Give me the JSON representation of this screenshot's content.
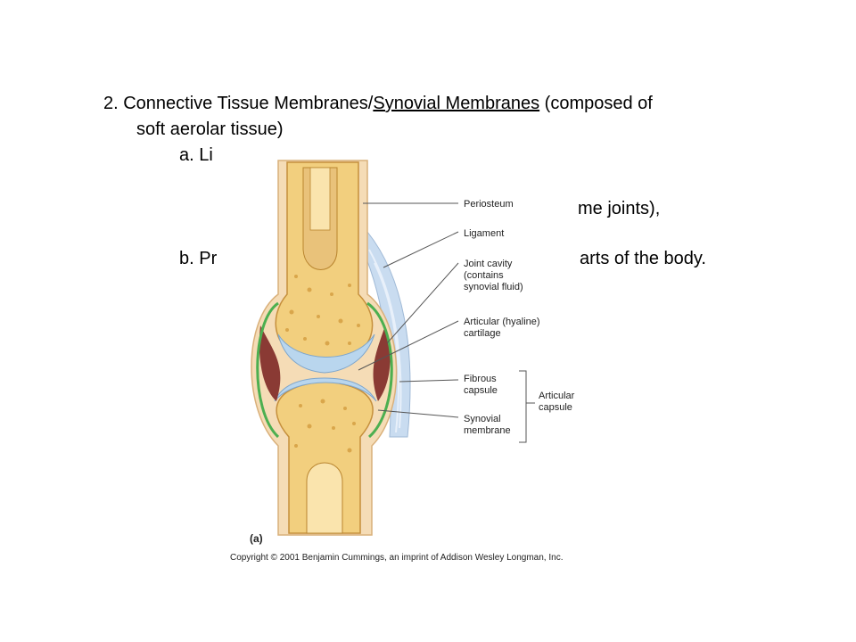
{
  "slide": {
    "heading_prefix": "2. Connective Tissue Membranes/",
    "heading_underlined": "Synovial Membranes",
    "heading_suffix": " (composed of",
    "heading_line2": "soft aerolar tissue)",
    "item_a_visible": "a. Li",
    "item_a_tail": "me joints),",
    "item_b_visible": "b. Pr",
    "item_b_tail": "arts of the body."
  },
  "figure": {
    "labels": {
      "periosteum": "Periosteum",
      "ligament": "Ligament",
      "joint_cavity_1": "Joint cavity",
      "joint_cavity_2": "(contains",
      "joint_cavity_3": "synovial fluid)",
      "cartilage_1": "Articular (hyaline)",
      "cartilage_2": "cartilage",
      "fibrous_1": "Fibrous",
      "fibrous_2": "capsule",
      "synovial_1": "Synovial",
      "synovial_2": "membrane",
      "articular_capsule_1": "Articular",
      "articular_capsule_2": "capsule"
    },
    "part_label": "(a)",
    "copyright": "Copyright © 2001 Benjamin Cummings, an imprint of Addison Wesley Longman, Inc."
  },
  "colors": {
    "bone": "#f2cf7e",
    "bone_dark": "#d9a64b",
    "outer": "#f5dcb6",
    "cartilage": "#b9d6ee",
    "cavity": "#8a3a34",
    "synovial": "#4caf50",
    "ligament": "#c9dcf0"
  }
}
